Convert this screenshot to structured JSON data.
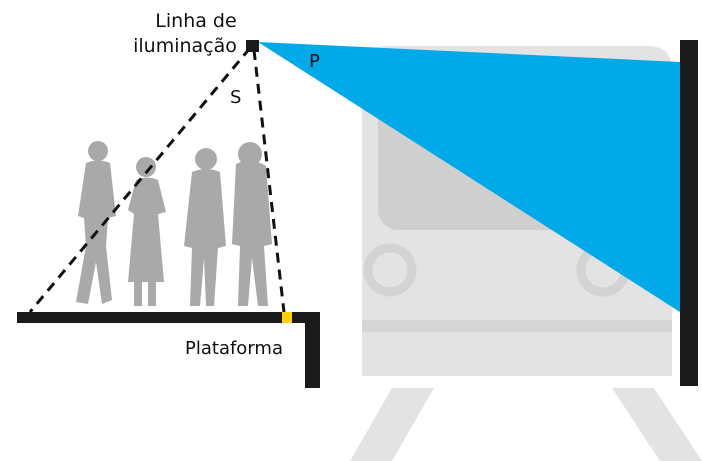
{
  "labels": {
    "lighting_line_1": "Linha de",
    "lighting_line_2": "iluminação",
    "p": "P",
    "s": "S",
    "platform": "Plataforma"
  },
  "colors": {
    "light_beam": "#00A9E8",
    "structure": "#1A1A1A",
    "train": "#E3E3E3",
    "train_outline": "#D6D6D6",
    "people": "#A9A9A9",
    "platform_edge": "#FFD200"
  }
}
